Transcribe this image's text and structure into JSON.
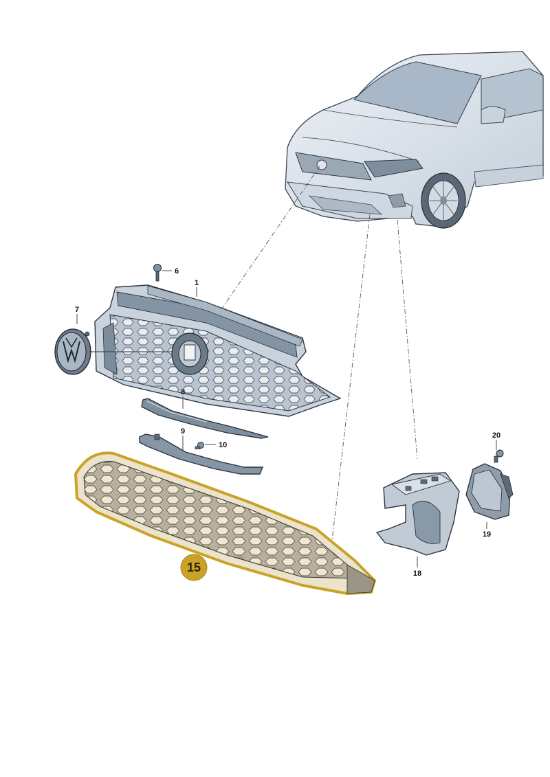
{
  "diagram": {
    "callouts": [
      {
        "id": "1",
        "text": "1"
      },
      {
        "id": "6",
        "text": "6"
      },
      {
        "id": "7",
        "text": "7"
      },
      {
        "id": "8",
        "text": "8"
      },
      {
        "id": "9",
        "text": "9"
      },
      {
        "id": "10",
        "text": "10"
      },
      {
        "id": "15",
        "text": "15"
      },
      {
        "id": "18",
        "text": "18"
      },
      {
        "id": "19",
        "text": "19"
      },
      {
        "id": "20",
        "text": "20"
      }
    ],
    "highlighted_part": "15",
    "colors": {
      "highlight_badge": "#c9a227",
      "highlight_outline": "#c9a227",
      "highlight_fill": "#ece3cc",
      "part_fill": "#c9d3de",
      "part_dark": "#5c6a78",
      "car_body": "#dfe6ed"
    },
    "icons": [
      "vw-emblem-icon",
      "screw-icon",
      "car-icon"
    ]
  }
}
